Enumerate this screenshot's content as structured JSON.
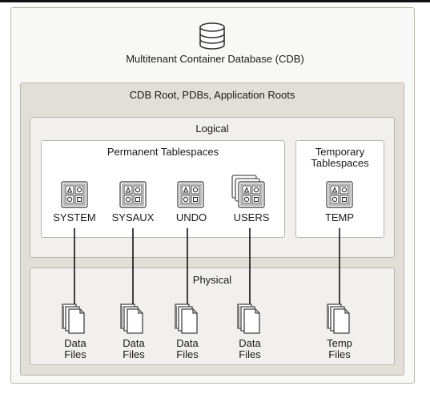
{
  "cdb": {
    "title": "Multitenant Container Database (CDB)"
  },
  "root": {
    "title": "CDB Root, PDBs, Application Roots"
  },
  "logical": {
    "title": "Logical",
    "permanent_title": "Permanent Tablespaces",
    "temporary_title_line1": "Temporary",
    "temporary_title_line2": "Tablespaces",
    "tablespaces": [
      {
        "name": "SYSTEM"
      },
      {
        "name": "SYSAUX"
      },
      {
        "name": "UNDO"
      },
      {
        "name": "USERS"
      },
      {
        "name": "TEMP"
      }
    ]
  },
  "physical": {
    "title": "Physical",
    "files": [
      {
        "line1": "Data",
        "line2": "Files"
      },
      {
        "line1": "Data",
        "line2": "Files"
      },
      {
        "line1": "Data",
        "line2": "Files"
      },
      {
        "line1": "Data",
        "line2": "Files"
      },
      {
        "line1": "Temp",
        "line2": "Files"
      }
    ]
  },
  "icons": {
    "database": "database-icon",
    "tablespace": "tablespace-icon",
    "datafile": "data-files-icon"
  }
}
